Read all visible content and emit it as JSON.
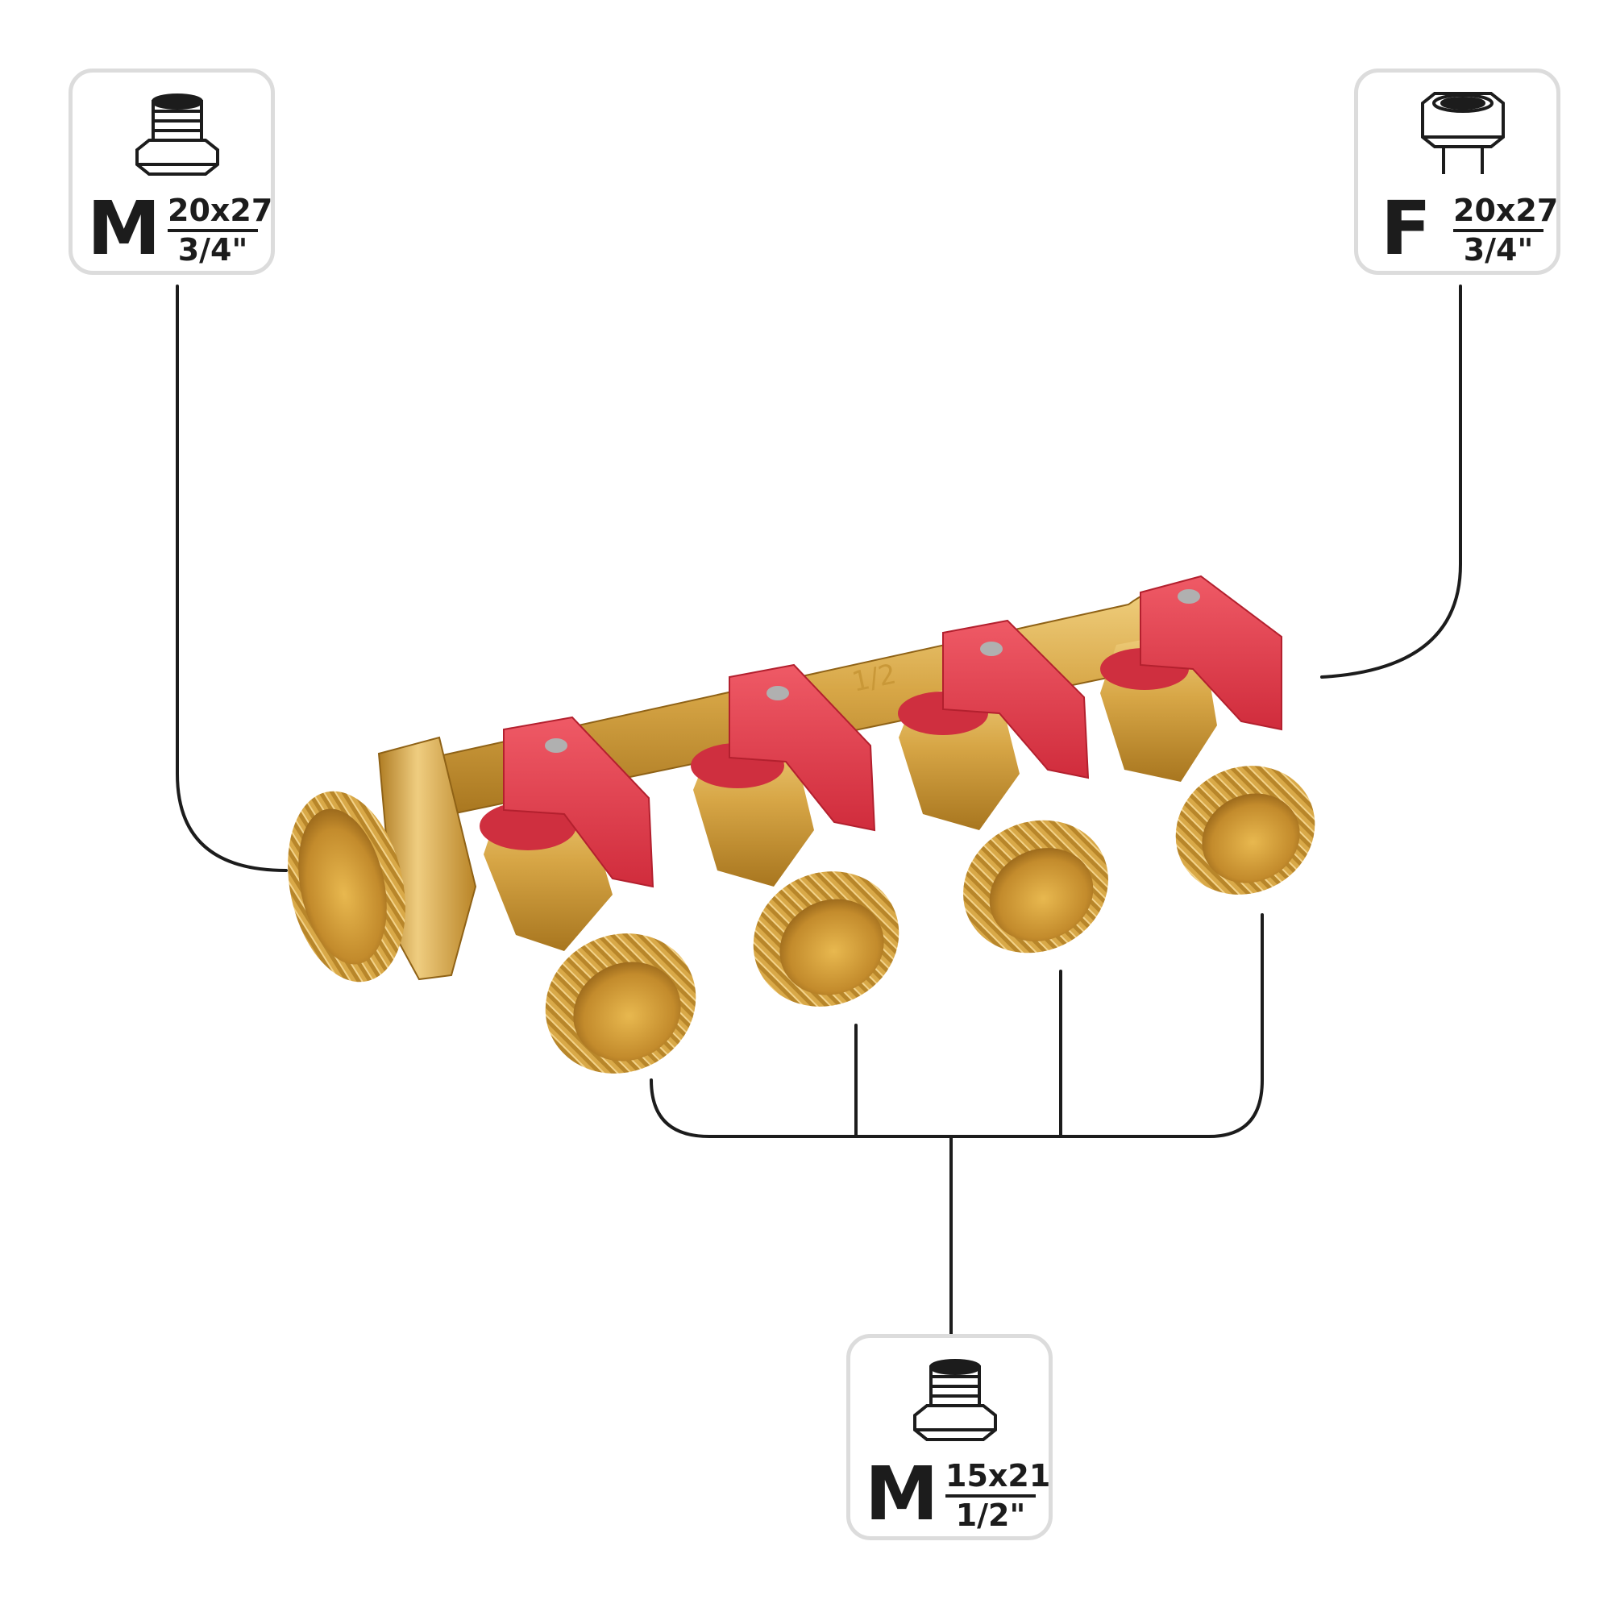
{
  "badges": {
    "inlet_male": {
      "letter": "M",
      "size": "20x27",
      "inch": "3/4\""
    },
    "inlet_female": {
      "letter": "F",
      "size": "20x27",
      "inch": "3/4\""
    },
    "outlets": {
      "letter": "M",
      "size": "15x21",
      "inch": "1/2\""
    }
  },
  "manifold": {
    "body_marking": "1/2"
  },
  "colors": {
    "brass": "#d9a948",
    "brass_dark": "#a6741c",
    "brass_light": "#f3d38a",
    "handle_red": "#e23a4a",
    "handle_dark": "#b3202e",
    "line": "#1c1c1c",
    "badge_border": "#dcdcdc"
  }
}
